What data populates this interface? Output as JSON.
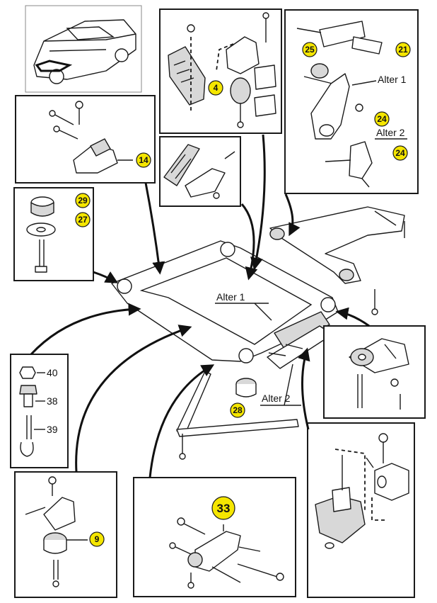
{
  "callouts": {
    "c4": "4",
    "c9": "9",
    "c14": "14",
    "c21": "21",
    "c24a": "24",
    "c24b": "24",
    "c25": "25",
    "c27": "27",
    "c28": "28",
    "c29": "29",
    "c33": "33"
  },
  "labels": {
    "alter1_top": "Alter 1",
    "alter2_top": "Alter 2",
    "alter1_main": "Alter 1",
    "alter2_main": "Alter 2"
  },
  "side_numbers": {
    "n40": "40",
    "n38": "38",
    "n39": "39"
  },
  "colors": {
    "callout_fill": "#f5e600",
    "ink": "#1a1a1a"
  }
}
